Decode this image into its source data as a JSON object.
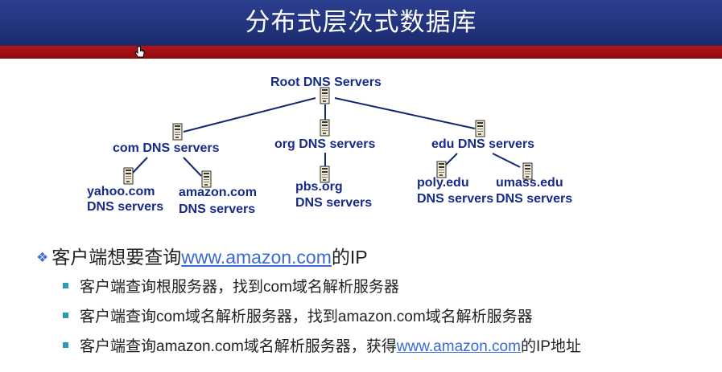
{
  "title": "分布式层次式数据库",
  "diagram": {
    "root": "Root DNS Servers",
    "tld": [
      {
        "label": "com DNS servers"
      },
      {
        "label": "org DNS servers"
      },
      {
        "label": "edu DNS servers"
      }
    ],
    "leaves": [
      {
        "line1": "yahoo.com",
        "line2": "DNS servers"
      },
      {
        "line1": "amazon.com",
        "line2": "DNS servers"
      },
      {
        "line1": "pbs.org",
        "line2": "DNS servers"
      },
      {
        "line1": "poly.edu",
        "line2": "DNS servers"
      },
      {
        "line1": "umass.edu",
        "line2": "DNS servers"
      }
    ],
    "icon": "server-icon"
  },
  "bullets": {
    "main": {
      "prefix": "客户端想要查询",
      "link": "www.amazon.com",
      "suffix": "的IP"
    },
    "subs": [
      {
        "text": "客户端查询根服务器，找到com域名解析服务器"
      },
      {
        "text": "客户端查询com域名解析服务器，找到amazon.com域名解析服务器"
      },
      {
        "prefix": "客户端查询amazon.com域名解析服务器，获得",
        "link": "www.amazon.com",
        "suffix": "的IP地址"
      }
    ]
  },
  "colors": {
    "title_bg": "#22337d",
    "accent_bar": "#a01015",
    "node_text": "#172a8a",
    "link": "#3a69d6",
    "sub_bullet_square": "#2a9bb0"
  }
}
